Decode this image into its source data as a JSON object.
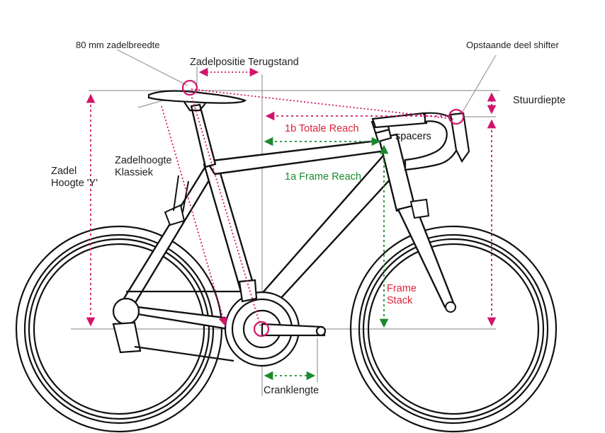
{
  "labels": {
    "saddle_width": "80 mm zadelbreedte",
    "saddle_setback": "Zadelpositie Terugstand",
    "shifter_point": "Opstaande deel shifter",
    "bar_drop": "Stuurdiepte",
    "total_reach": "1b Totale Reach",
    "spacers": "spacers",
    "frame_reach": "1a Frame Reach",
    "saddle_height_classic_1": "Zadelhoogte",
    "saddle_height_classic_2": "Klassiek",
    "saddle_height_y_1": "Zadel",
    "saddle_height_y_2": "Hoogte 'Y'",
    "frame_stack_1": "Frame",
    "frame_stack_2": "Stack",
    "crank_length": "Cranklengte"
  },
  "colors": {
    "magenta": "#d1156b",
    "green": "#1a8a2e",
    "red": "#e0203a",
    "line": "#111111",
    "guide": "#9a9a9a"
  }
}
